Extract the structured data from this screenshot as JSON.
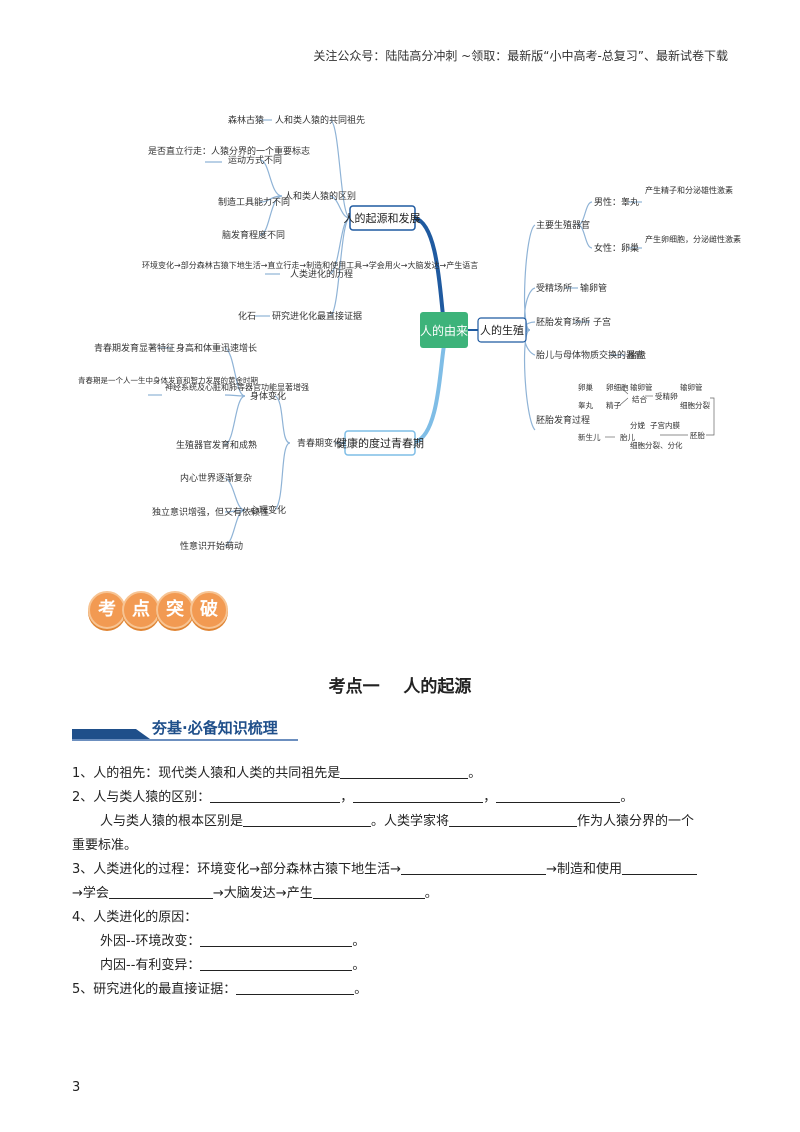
{
  "header": {
    "text": "关注公众号：陆陆高分冲刺  ~领取：最新版“小中高考-总复习”、最新试卷下载"
  },
  "mindmap": {
    "center": "人的由来",
    "left_branch_1": "人的起源和发展",
    "left_branch_2": "健康的度过青春期",
    "n_common_ancestor": "人和类人猿的共同祖先",
    "n_forest_ape": "森林古猿",
    "n_diff": "人和类人猿的区别",
    "n_walk": "运动方式不同",
    "n_walk_note": "是否直立行走：人猿分界的一个重要标志",
    "n_tool": "制造工具能力不同",
    "n_brain": "脑发育程度不同",
    "n_evolution": "人类进化的历程",
    "n_evolution_note": "环境变化→部分森林古猿下地生活→直立行走→制造和使用工具→学会用火→大脑发达→产生语言",
    "n_fossil": "研究进化化最直接证据",
    "n_fossil_ans": "化石",
    "n_puberty_change": "青春期变化",
    "n_body": "身体变化",
    "n_height": "身高和体重迅速增长",
    "n_height_note": "青春期发育显著特征",
    "n_organ": "神经系统及心脏和肺等器官功能显著增强",
    "n_organ_note": "青春期是一个人一生中身体发育和智力发展的黄金时期",
    "n_sex": "生殖器官发育和成熟",
    "n_mind": "心理变化",
    "n_mind1": "内心世界逐渐复杂",
    "n_mind2": "独立意识增强，但又有依赖性",
    "n_mind3": "性意识开始萌动",
    "right_branch": "人的生殖",
    "n_organs": "主要生殖器官",
    "n_male": "男性：睾丸",
    "n_male_note": "产生精子和分泌雄性激素",
    "n_female": "女性：卵巢",
    "n_female_note": "产生卵细胞，分泌雌性激素",
    "n_fert": "受精场所",
    "n_fert_ans": "输卵管",
    "n_embryo": "胚胎发育场所",
    "n_embryo_ans": "子宫",
    "n_exchange": "胎儿与母体物质交换的器官",
    "n_exchange_ans": "胎盘",
    "n_process": "胚胎发育过程",
    "p_egg": "卵细胞",
    "p_sperm": "精子",
    "p_ovary": "卵巢",
    "p_testis": "睾丸",
    "p_oviduct": "输卵管",
    "p_combine": "结合",
    "p_zygote": "受精卵",
    "p_division": "细胞分裂",
    "p_uterus": "子宫内膜",
    "p_embryo": "胚胎",
    "p_fetus": "胎儿",
    "p_newborn": "新生儿",
    "p_deliver": "分娩",
    "p_differ": "细胞分裂、分化"
  },
  "badge": [
    "考",
    "点",
    "突",
    "破"
  ],
  "section_title": "考点一    人的起源",
  "sub_header": "夯基·必备知识梳理",
  "lines": {
    "l1_a": "1、人的祖先：现代类人猿和人类的共同祖先是",
    "l1_b": "。",
    "l2_a": "2、人与类人猿的区别：",
    "l2_b": "，",
    "l2_c": "，",
    "l2_d": "。",
    "l3_a": "人与类人猿的根本区别是",
    "l3_b": "。人类学家将",
    "l3_c": "作为人猿分界的一个",
    "l4": "重要标准。",
    "l5_a": "3、人类进化的过程：环境变化→部分森林古猿下地生活→",
    "l5_b": "→制造和使用",
    "l6_a": "→学会",
    "l6_b": "→大脑发达→产生",
    "l6_c": "。",
    "l7": "4、人类进化的原因：",
    "l8_a": "外因--环境改变：",
    "l8_b": "。",
    "l9_a": "内因--有利变异：",
    "l9_b": "。",
    "l10_a": "5、研究进化的最直接证据：",
    "l10_b": "。"
  },
  "page_number": "3"
}
